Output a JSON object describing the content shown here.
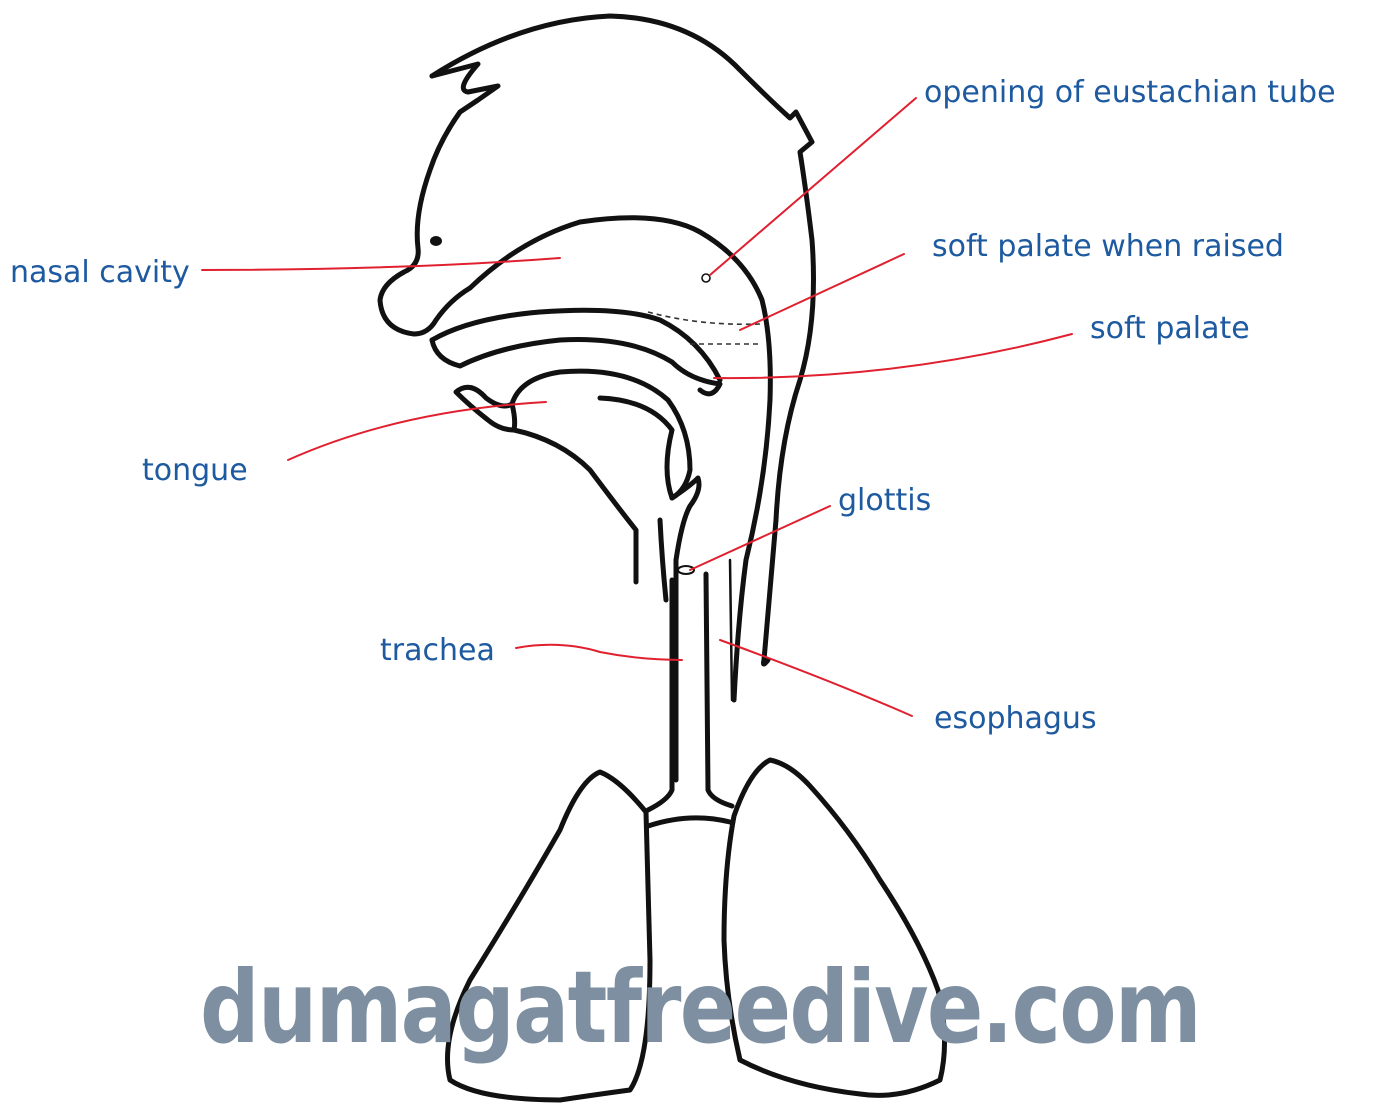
{
  "diagram": {
    "labels": {
      "eustachian": "opening of eustachian tube",
      "nasal_cavity": "nasal cavity",
      "soft_palate_raised": "soft palate when raised",
      "soft_palate": "soft palate",
      "tongue": "tongue",
      "glottis": "glottis",
      "trachea": "trachea",
      "esophagus": "esophagus"
    },
    "watermark": "dumagatfreedive.com"
  },
  "colors": {
    "outline": "#111111",
    "leader_line": "#e0202f",
    "label_text": "#1e5aa0",
    "watermark": "#7d8fa0"
  }
}
